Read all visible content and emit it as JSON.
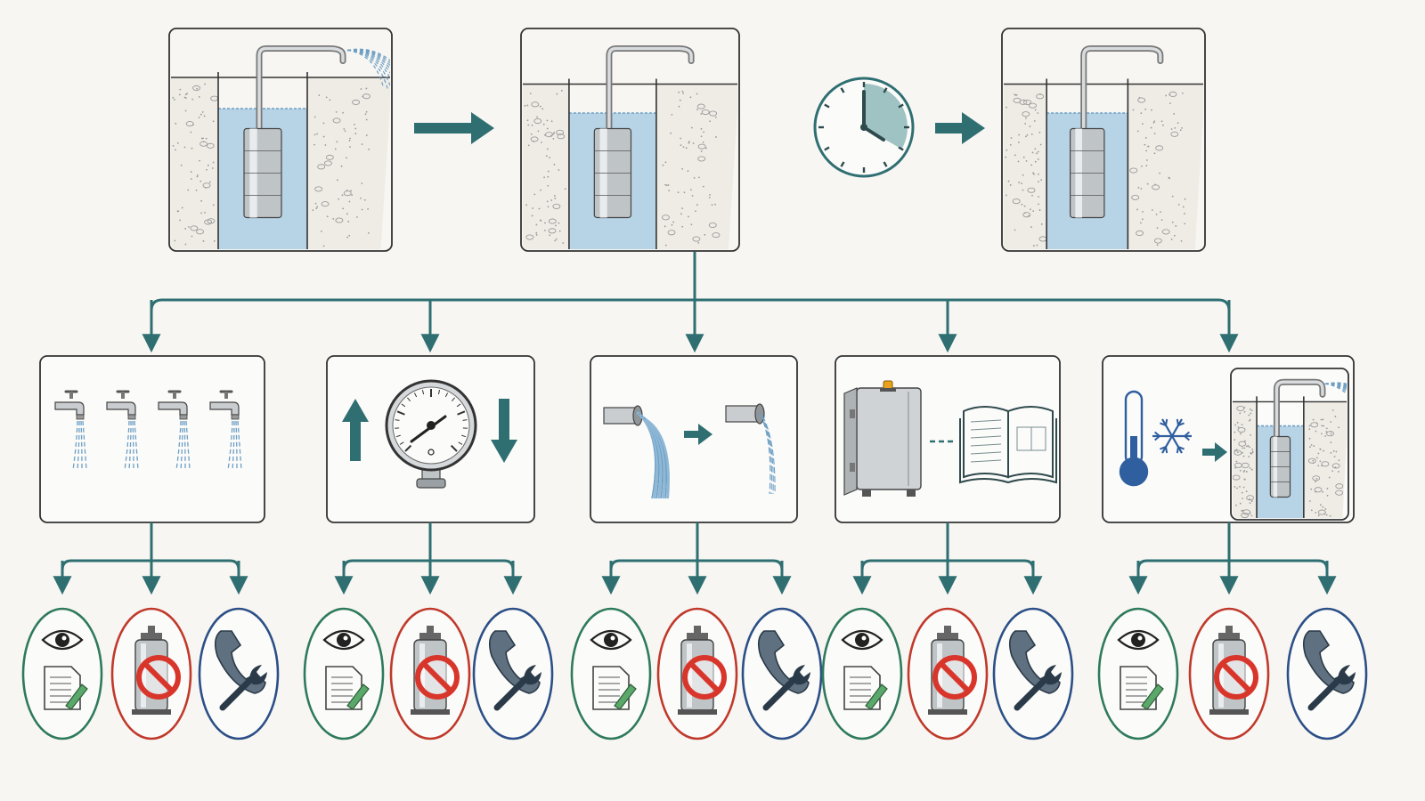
{
  "colors": {
    "background": "#f7f6f2",
    "panel_border": "#333333",
    "connector": "#2f6f72",
    "water": "#b7d3e6",
    "water_dark": "#6e9fc4",
    "soil_speckle": "#9a9a9a",
    "pump_metal": "#8f9598",
    "observe_outline": "#2e7a5c",
    "stop_outline": "#c0392b",
    "service_outline": "#2b4f86",
    "prohibition_red": "#d9362b",
    "thermometer_blue": "#2f5f9e",
    "alarm_amber": "#e9a21c"
  },
  "top_sequence": [
    {
      "id": "pumping",
      "icon": "pump-running-well-icon"
    },
    {
      "id": "stopped",
      "icon": "pump-stopped-well-icon"
    },
    {
      "id": "time-wait",
      "icon": "clock-icon"
    },
    {
      "id": "recovered",
      "icon": "pump-recovered-well-icon"
    }
  ],
  "causes": [
    {
      "id": "multiple-taps",
      "icon": "four-faucets-icon"
    },
    {
      "id": "pressure-change",
      "icon": "pressure-gauge-up-down-icon"
    },
    {
      "id": "flow-reduction",
      "icon": "strong-to-weak-flow-icon"
    },
    {
      "id": "control-box",
      "icon": "control-box-and-manual-icon"
    },
    {
      "id": "freezing",
      "icon": "thermometer-snowflake-well-icon"
    }
  ],
  "actions": [
    {
      "id": "observe-record",
      "icon": "eye-and-notepad-icon"
    },
    {
      "id": "stop-pump",
      "icon": "pump-prohibited-icon"
    },
    {
      "id": "call-service",
      "icon": "phone-and-wrench-icon"
    }
  ]
}
